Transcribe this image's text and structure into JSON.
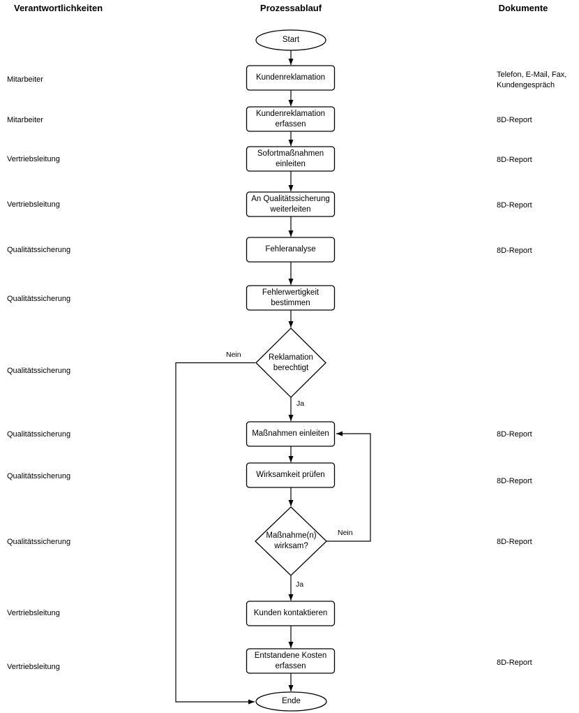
{
  "headers": {
    "left": "Verantwortlichkeiten",
    "center": "Prozessablauf",
    "right": "Dokumente"
  },
  "flow": {
    "nodes": [
      {
        "id": "start",
        "type": "terminator",
        "label": "Start"
      },
      {
        "id": "kundenreklamation",
        "type": "process",
        "label": "Kundenreklamation"
      },
      {
        "id": "kundenreklamation-erfassen",
        "type": "process",
        "label": "Kundenreklamation\nerfassen"
      },
      {
        "id": "sofortmassnahmen-einleiten",
        "type": "process",
        "label": "Sofortmaßnahmen\neinleiten"
      },
      {
        "id": "an-qualitaetssicherung-weiterleiten",
        "type": "process",
        "label": "An Qualitätssicherung\nweiterleiten"
      },
      {
        "id": "fehleranalyse",
        "type": "process",
        "label": "Fehleranalyse"
      },
      {
        "id": "fehlerwertigkeit-bestimmen",
        "type": "process",
        "label": "Fehlerwertigkeit\nbestimmen"
      },
      {
        "id": "reklamation-berechtigt",
        "type": "decision",
        "label": "Reklamation\nberechtigt"
      },
      {
        "id": "massnahmen-einleiten",
        "type": "process",
        "label": "Maßnahmen einleiten"
      },
      {
        "id": "wirksamkeit-pruefen",
        "type": "process",
        "label": "Wirksamkeit prüfen"
      },
      {
        "id": "massnahme-wirksam",
        "type": "decision",
        "label": "Maßnahme(n)\nwirksam?"
      },
      {
        "id": "kunden-kontaktieren",
        "type": "process",
        "label": "Kunden kontaktieren"
      },
      {
        "id": "entstandene-kosten-erfassen",
        "type": "process",
        "label": "Entstandene Kosten\nerfassen"
      },
      {
        "id": "ende",
        "type": "terminator",
        "label": "Ende"
      }
    ],
    "branch_labels": {
      "nein_1": "Nein",
      "ja_1": "Ja",
      "nein_2": "Nein",
      "ja_2": "Ja"
    }
  },
  "responsibilities": [
    {
      "text": "Mitarbeiter"
    },
    {
      "text": "Mitarbeiter"
    },
    {
      "text": "Vertriebsleitung"
    },
    {
      "text": "Vertriebsleitung"
    },
    {
      "text": "Qualitätssicherung"
    },
    {
      "text": "Qualitätssicherung"
    },
    {
      "text": "Qualitätssicherung"
    },
    {
      "text": "Qualitätssicherung"
    },
    {
      "text": "Qualitätssicherung"
    },
    {
      "text": "Qualitätssicherung"
    },
    {
      "text": "Vertriebsleitung"
    },
    {
      "text": "Vertriebsleitung"
    }
  ],
  "documents": [
    {
      "text": "Telefon, E-Mail, Fax,\nKundengespräch"
    },
    {
      "text": "8D-Report"
    },
    {
      "text": "8D-Report"
    },
    {
      "text": "8D-Report"
    },
    {
      "text": "8D-Report"
    },
    {
      "text": "8D-Report"
    },
    {
      "text": "8D-Report"
    },
    {
      "text": "8D-Report"
    },
    {
      "text": "8D-Report"
    }
  ],
  "colors": {
    "line": "#000000",
    "text": "#000000",
    "background": "#ffffff"
  }
}
